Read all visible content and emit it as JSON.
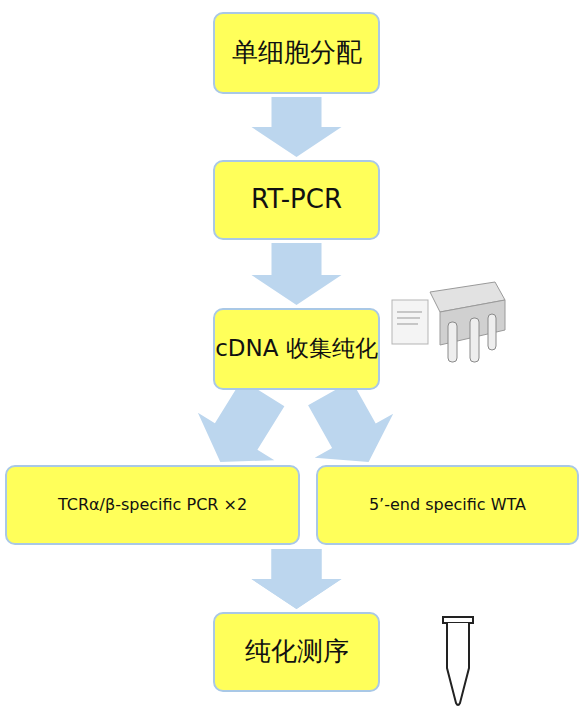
{
  "diagram": {
    "nodes": [
      {
        "text": [
          "单细胞分配"
        ]
      },
      {
        "text": [
          "RT-PCR"
        ]
      },
      {
        "text": [
          "cDNA 收集纯化"
        ]
      },
      {
        "text": [
          "TCRα/β-specific PCR ×2"
        ]
      },
      {
        "text": [
          "5’-end specific WTA"
        ]
      },
      {
        "text": [
          "纯化测序"
        ]
      }
    ],
    "edges": [
      {
        "from": 0,
        "to": 1,
        "arrow": "to"
      },
      {
        "from": 1,
        "to": 2,
        "arrow": "to"
      },
      {
        "from": 2,
        "to": 3,
        "arrow": "to"
      },
      {
        "from": 2,
        "to": 4,
        "arrow": "to"
      },
      {
        "from": 3,
        "to": 5,
        "arrow": "to"
      },
      {
        "from": 4,
        "to": 5,
        "arrow": "to"
      }
    ]
  }
}
